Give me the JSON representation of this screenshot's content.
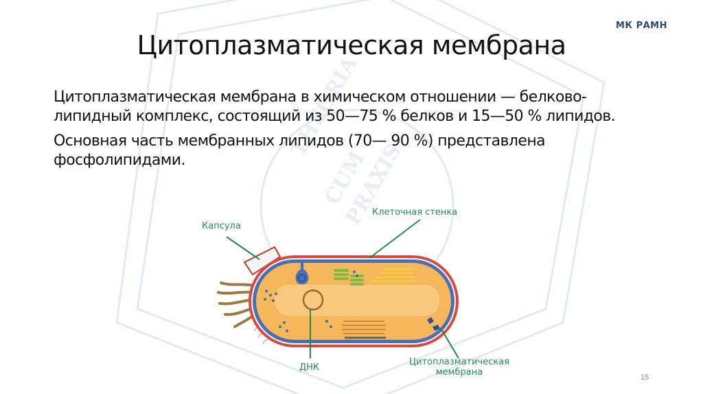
{
  "slide": {
    "brand": "МК РАМН",
    "title": "Цитоплазматическая мембрана",
    "paragraphs": [
      "Цитоплазматическая мембрана в химическом отношении — белково-липидный комплекс, состоящий из 50—75 % белков и 15—50 % липидов.",
      "Основная часть мембранных липидов (70— 90 %) представлена фосфолипидами."
    ],
    "page_number": "15"
  },
  "diagram": {
    "labels": {
      "capsule": "Капсула",
      "cell_wall": "Клеточная стенка",
      "dna": "ДНК",
      "membrane_line1": "Цитоплазматическая",
      "membrane_line2": "мембрана"
    }
  },
  "colors": {
    "brand": "#2c4a6e",
    "label": "#1f8a5a",
    "pointer": "#1e8a4e",
    "cell_wall": "#d9473f",
    "membrane": "#4a6fb5",
    "cytoplasm": "#f5b75a",
    "ribosome": "#4a6fa5",
    "thylakoid": "#7dbb42",
    "inclusion_yellow": "#f3d338",
    "flagella": "#a0773e",
    "watermark": "#e6ebf2"
  }
}
